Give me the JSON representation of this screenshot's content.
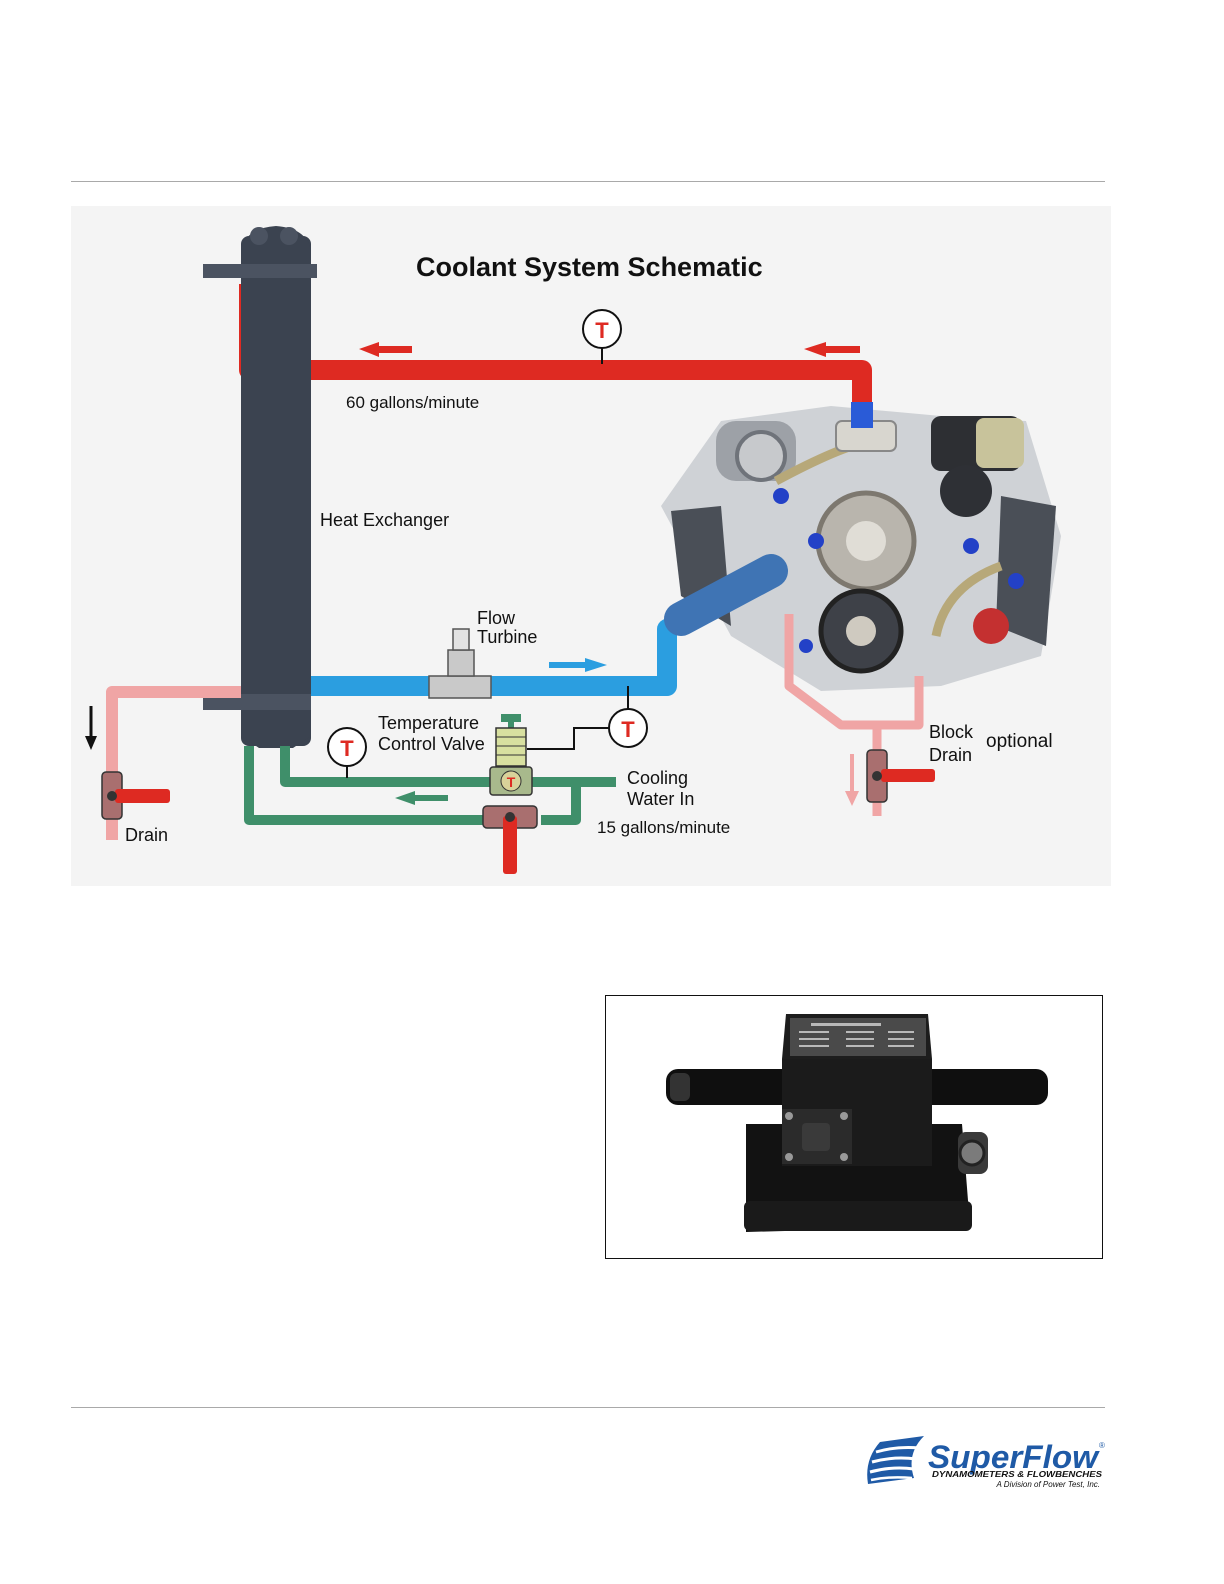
{
  "schematic": {
    "title": "Coolant System Schematic",
    "labels": {
      "hot_flow": "60 gallons/minute",
      "heat_exchanger": "Heat Exchanger",
      "flow_line1": "Flow",
      "flow_line2": "Turbine",
      "tcv_line1": "Temperature",
      "tcv_line2": "Control Valve",
      "cooling_line1": "Cooling",
      "cooling_line2": "Water In",
      "cool_flow": "15 gallons/minute",
      "drain": "Drain",
      "block_line1": "Block",
      "block_line2": "Drain",
      "optional": "optional",
      "temp_gauge": "T"
    },
    "colors": {
      "hot": "#de2a22",
      "cold": "#2b9ee0",
      "cooling": "#3f8f6a",
      "drain": "#f0a5a5",
      "exchanger": "#3b4350",
      "valve": "#a96f6f"
    }
  },
  "logo": {
    "brand": "SuperFlow",
    "trademark": "®",
    "tagline": "DYNAMOMETERS & FLOWBENCHES",
    "division": "A Division of Power Test, Inc.",
    "color": "#1f5aa6"
  }
}
